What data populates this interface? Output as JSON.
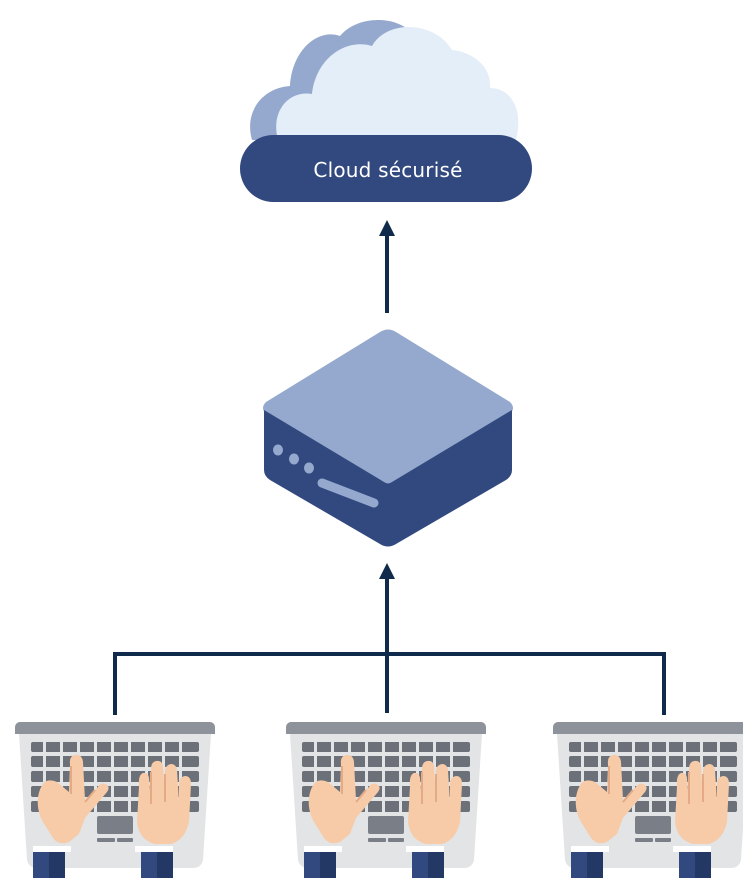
{
  "cloud": {
    "label": "Cloud sécurisé",
    "colors": {
      "back": "#94a9cd",
      "front": "#e4eef8",
      "band": "#32497f"
    }
  },
  "server": {
    "colors": {
      "top": "#94a9cd",
      "body": "#32497f",
      "led": "#94a9cd"
    }
  },
  "connectors": {
    "color": "#0f2a4a"
  },
  "workstations": [
    {
      "name": "laptop-left"
    },
    {
      "name": "laptop-center"
    },
    {
      "name": "laptop-right"
    }
  ],
  "laptop_colors": {
    "base": "#e3e4e6",
    "edge": "#9a9ea6",
    "key": "#6b7079",
    "trackpad": "#7a7e86",
    "hand": "#f7cba7",
    "hand_line": "#e3aa85",
    "sleeve": "#32497f",
    "sleeve_dark": "#243866"
  }
}
